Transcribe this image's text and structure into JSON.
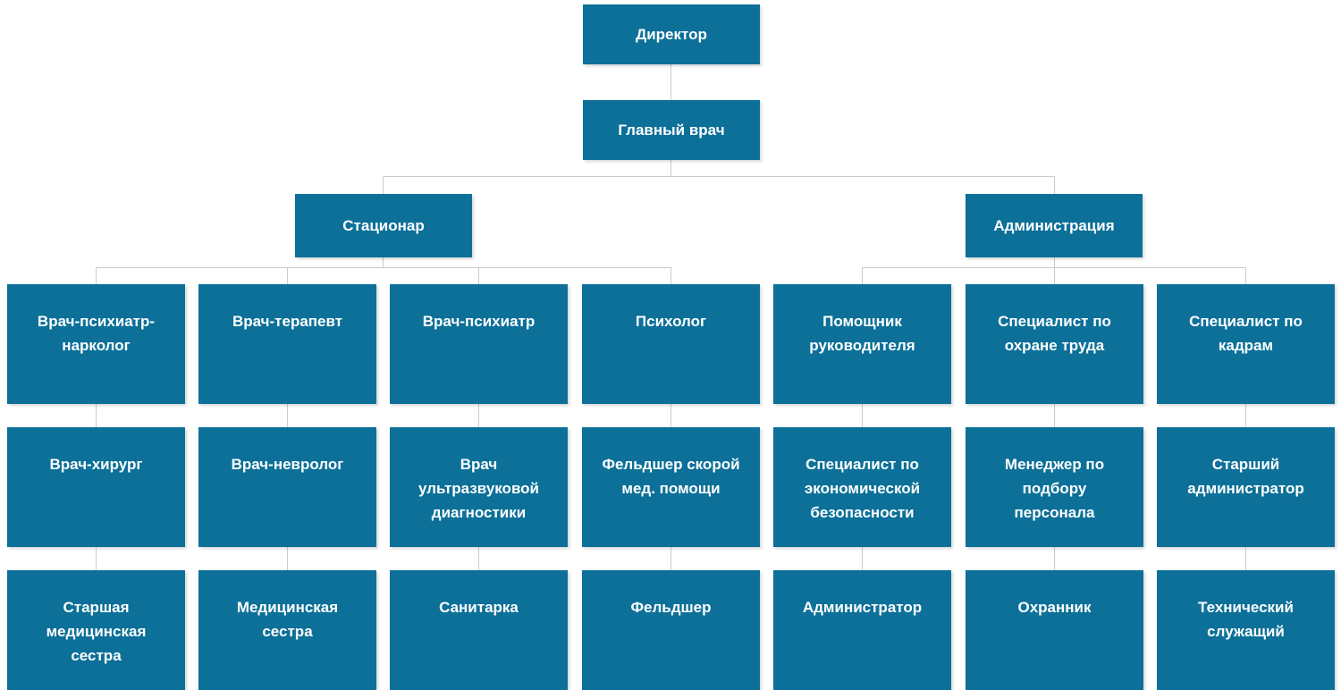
{
  "chart_data": {
    "type": "diagram",
    "diagram_type": "organizational-chart",
    "title": "",
    "orientation": "top-down",
    "colors": {
      "node_fill": "#0c7099",
      "node_text": "#ffffff",
      "connector": "#cbcbcb",
      "background": "#ffffff"
    },
    "levels": 5,
    "nodes": [
      {
        "id": "director",
        "label": "Директор",
        "level": 1,
        "parent": null
      },
      {
        "id": "chief_doctor",
        "label": "Главный врач",
        "level": 2,
        "parent": "director"
      },
      {
        "id": "stationary",
        "label": "Стационар",
        "level": 3,
        "parent": "chief_doctor"
      },
      {
        "id": "administration",
        "label": "Администрация",
        "level": 3,
        "parent": "chief_doctor"
      },
      {
        "id": "psychiatrist_narcologist",
        "label": "Врач-психиатр-\nнарколог",
        "level": 4,
        "parent": "stationary",
        "column": 1
      },
      {
        "id": "therapist",
        "label": "Врач-терапевт",
        "level": 4,
        "parent": "stationary",
        "column": 2
      },
      {
        "id": "psychiatrist",
        "label": "Врач-психиатр",
        "level": 4,
        "parent": "stationary",
        "column": 3
      },
      {
        "id": "psychologist",
        "label": "Психолог",
        "level": 4,
        "parent": "stationary",
        "column": 4
      },
      {
        "id": "assistant_manager",
        "label": "Помощник\nруководителя",
        "level": 4,
        "parent": "administration",
        "column": 5
      },
      {
        "id": "labor_safety_specialist",
        "label": "Специалист по\nохране труда",
        "level": 4,
        "parent": "administration",
        "column": 6
      },
      {
        "id": "hr_specialist",
        "label": "Специалист по\nкадрам",
        "level": 4,
        "parent": "administration",
        "column": 7
      },
      {
        "id": "surgeon",
        "label": "Врач-хирург",
        "level": 5,
        "parent": "psychiatrist_narcologist",
        "column": 1
      },
      {
        "id": "neurologist",
        "label": "Врач-невролог",
        "level": 5,
        "parent": "therapist",
        "column": 2
      },
      {
        "id": "ultrasound_doctor",
        "label": "Врач\nультразвуковой\nдиагностики",
        "level": 5,
        "parent": "psychiatrist",
        "column": 3
      },
      {
        "id": "emergency_paramedic",
        "label": "Фельдшер скорой\nмед. помощи",
        "level": 5,
        "parent": "psychologist",
        "column": 4
      },
      {
        "id": "economic_security_specialist",
        "label": "Специалист по\nэкономической\nбезопасности",
        "level": 5,
        "parent": "assistant_manager",
        "column": 5
      },
      {
        "id": "recruitment_manager",
        "label": "Менеджер по\nподбору\nперсонала",
        "level": 5,
        "parent": "labor_safety_specialist",
        "column": 6
      },
      {
        "id": "senior_administrator",
        "label": "Старший\nадминистратор",
        "level": 5,
        "parent": "hr_specialist",
        "column": 7
      },
      {
        "id": "senior_nurse",
        "label": "Старшая\nмедицинская\nсестра",
        "level": 6,
        "parent": "surgeon",
        "column": 1
      },
      {
        "id": "nurse",
        "label": "Медицинская\nсестра",
        "level": 6,
        "parent": "neurologist",
        "column": 2
      },
      {
        "id": "orderly",
        "label": "Санитарка",
        "level": 6,
        "parent": "ultrasound_doctor",
        "column": 3
      },
      {
        "id": "paramedic",
        "label": "Фельдшер",
        "level": 6,
        "parent": "emergency_paramedic",
        "column": 4
      },
      {
        "id": "administrator",
        "label": "Администратор",
        "level": 6,
        "parent": "economic_security_specialist",
        "column": 5
      },
      {
        "id": "security_guard",
        "label": "Охранник",
        "level": 6,
        "parent": "recruitment_manager",
        "column": 6
      },
      {
        "id": "technical_staff",
        "label": "Технический\nслужащий",
        "level": 6,
        "parent": "senior_administrator",
        "column": 7
      }
    ]
  },
  "org": {
    "director": "Директор",
    "chief_doctor": "Главный врач",
    "stationary": "Стационар",
    "administration": "Администрация",
    "row1": {
      "c1": "Врач-психиатр-\nнарколог",
      "c2": "Врач-терапевт",
      "c3": "Врач-психиатр",
      "c4": "Психолог",
      "c5": "Помощник\nруководителя",
      "c6": "Специалист по\nохране труда",
      "c7": "Специалист по\nкадрам"
    },
    "row2": {
      "c1": "Врач-хирург",
      "c2": "Врач-невролог",
      "c3": "Врач\nультразвуковой\nдиагностики",
      "c4": "Фельдшер скорой\nмед. помощи",
      "c5": "Специалист по\nэкономической\nбезопасности",
      "c6": "Менеджер по\nподбору\nперсонала",
      "c7": "Старший\nадминистратор"
    },
    "row3": {
      "c1": "Старшая\nмедицинская\nсестра",
      "c2": "Медицинская\nсестра",
      "c3": "Санитарка",
      "c4": "Фельдшер",
      "c5": "Администратор",
      "c6": "Охранник",
      "c7": "Технический\nслужащий"
    }
  }
}
